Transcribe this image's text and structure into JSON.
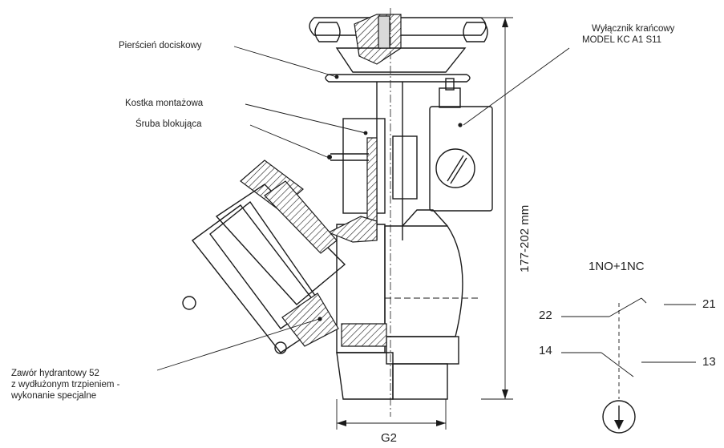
{
  "labels": {
    "pierscien": "Pierścień dociskowy",
    "kostka": "Kostka montażowa",
    "sruba": "Śruba blokująca",
    "wylacznik_line1": "Wyłącznik krańcowy",
    "wylacznik_line2": "MODEL KC A1 S11",
    "zawor_line1": "Zawór hydrantowy 52",
    "zawor_line2": "z wydłużonym trzpieniem -",
    "zawor_line3": "wykonanie specjalne"
  },
  "dimensions": {
    "height": "177-202 mm",
    "thread": "G2"
  },
  "contacts": {
    "title": "1NO+1NC",
    "c21": "21",
    "c22": "22",
    "c13": "13",
    "c14": "14"
  }
}
